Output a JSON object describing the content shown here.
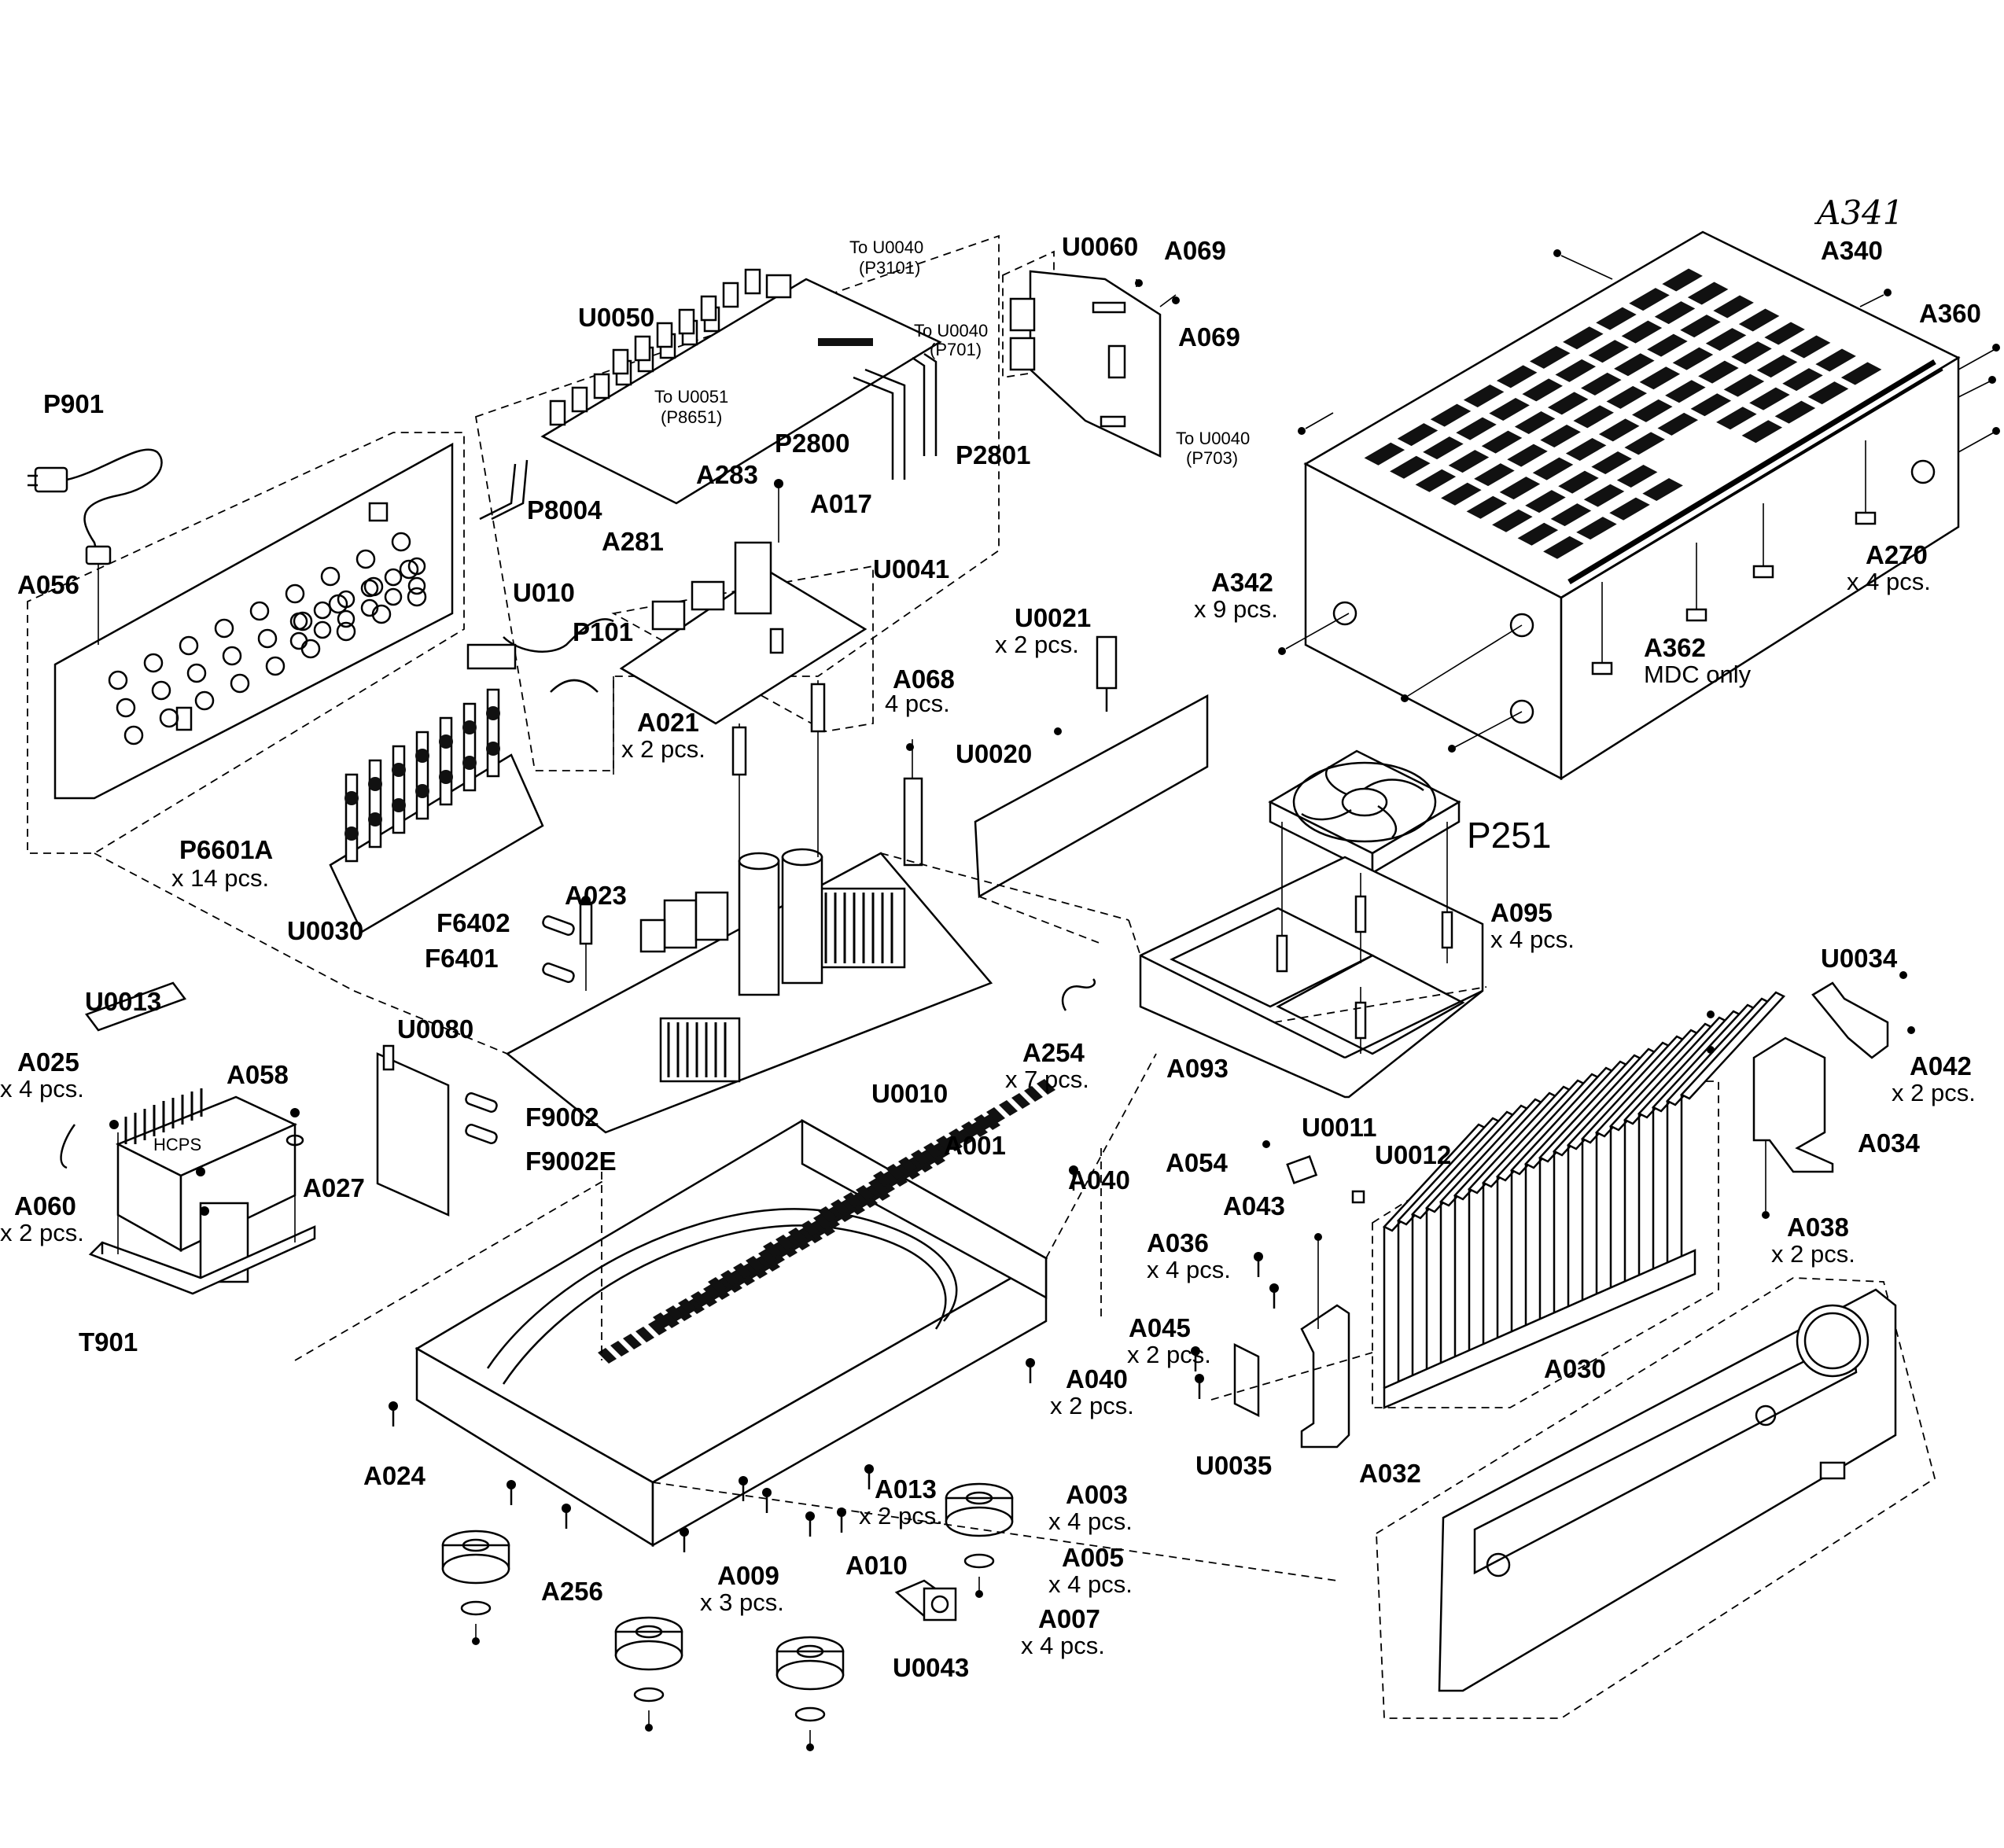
{
  "diagram": {
    "labels": {
      "a341": "A341",
      "a340": "A340",
      "a360": "A360",
      "u0060": "U0060",
      "a069_1": "A069",
      "a069_2": "A069",
      "to_u0040_p3101_line1": "To U0040",
      "to_u0040_p3101_line2": "(P3101)",
      "to_u0040_p701_line1": "To U0040",
      "to_u0040_p701_line2": "(P701)",
      "to_u0051_p8651_line1": "To U0051",
      "to_u0051_p8651_line2": "(P8651)",
      "to_u0040_p703_line1": "To U0040",
      "to_u0040_p703_line2": "(P703)",
      "u0050": "U0050",
      "p901": "P901",
      "p2800": "P2800",
      "p2801": "P2801",
      "a283": "A283",
      "a017": "A017",
      "p8004": "P8004",
      "a281": "A281",
      "a056": "A056",
      "u0041": "U0041",
      "u010": "U010",
      "p101": "P101",
      "a342": "A342",
      "a342_qty": "x 9 pcs.",
      "a270": "A270",
      "a270_qty": "x 4 pcs.",
      "a362": "A362",
      "a362_note": "MDC only",
      "u0021": "U0021",
      "u0021_qty": "x 2 pcs.",
      "a068": "A068",
      "a068_qty": "4 pcs.",
      "a021": "A021",
      "a021_qty": "x 2 pcs.",
      "u0020": "U0020",
      "p251": "P251",
      "p6601a": "P6601A",
      "p6601a_qty": "x 14 pcs.",
      "u0030": "U0030",
      "a023": "A023",
      "f6402": "F6402",
      "f6401": "F6401",
      "a095": "A095",
      "a095_qty": "x 4 pcs.",
      "u0034": "U0034",
      "u0013": "U0013",
      "u0080": "U0080",
      "a254": "A254",
      "a254_qty": "x 7 pcs.",
      "a093": "A093",
      "a042": "A042",
      "a042_qty": "x 2 pcs.",
      "a025": "A025",
      "a025_qty": "x 4 pcs.",
      "a058": "A058",
      "f9002": "F9002",
      "f9002e": "F9002E",
      "u0010": "U0010",
      "a001": "A001",
      "u0011": "U0011",
      "a054": "A054",
      "u0012": "U0012",
      "a034": "A034",
      "a027": "A027",
      "a040_1": "A040",
      "a043": "A043",
      "a060": "A060",
      "a060_qty": "x 2 pcs.",
      "a036": "A036",
      "a036_qty": "x 4 pcs.",
      "a038": "A038",
      "a038_qty": "x 2 pcs.",
      "t901": "T901",
      "a045": "A045",
      "a045_qty": "x 2 pcs.",
      "a030": "A030",
      "a040_2": "A040",
      "a040_2_qty": "x 2 pcs.",
      "u0035": "U0035",
      "a032": "A032",
      "a024": "A024",
      "a013": "A013",
      "a013_qty": "x 2 pcs.",
      "a003": "A003",
      "a003_qty": "x 4 pcs.",
      "a256": "A256",
      "a009": "A009",
      "a009_qty": "x 3 pcs.",
      "a010": "A010",
      "a005": "A005",
      "a005_qty": "x 4 pcs.",
      "a007": "A007",
      "a007_qty": "x 4 pcs.",
      "u0043": "U0043",
      "transformer_marking": "HCPS"
    }
  }
}
